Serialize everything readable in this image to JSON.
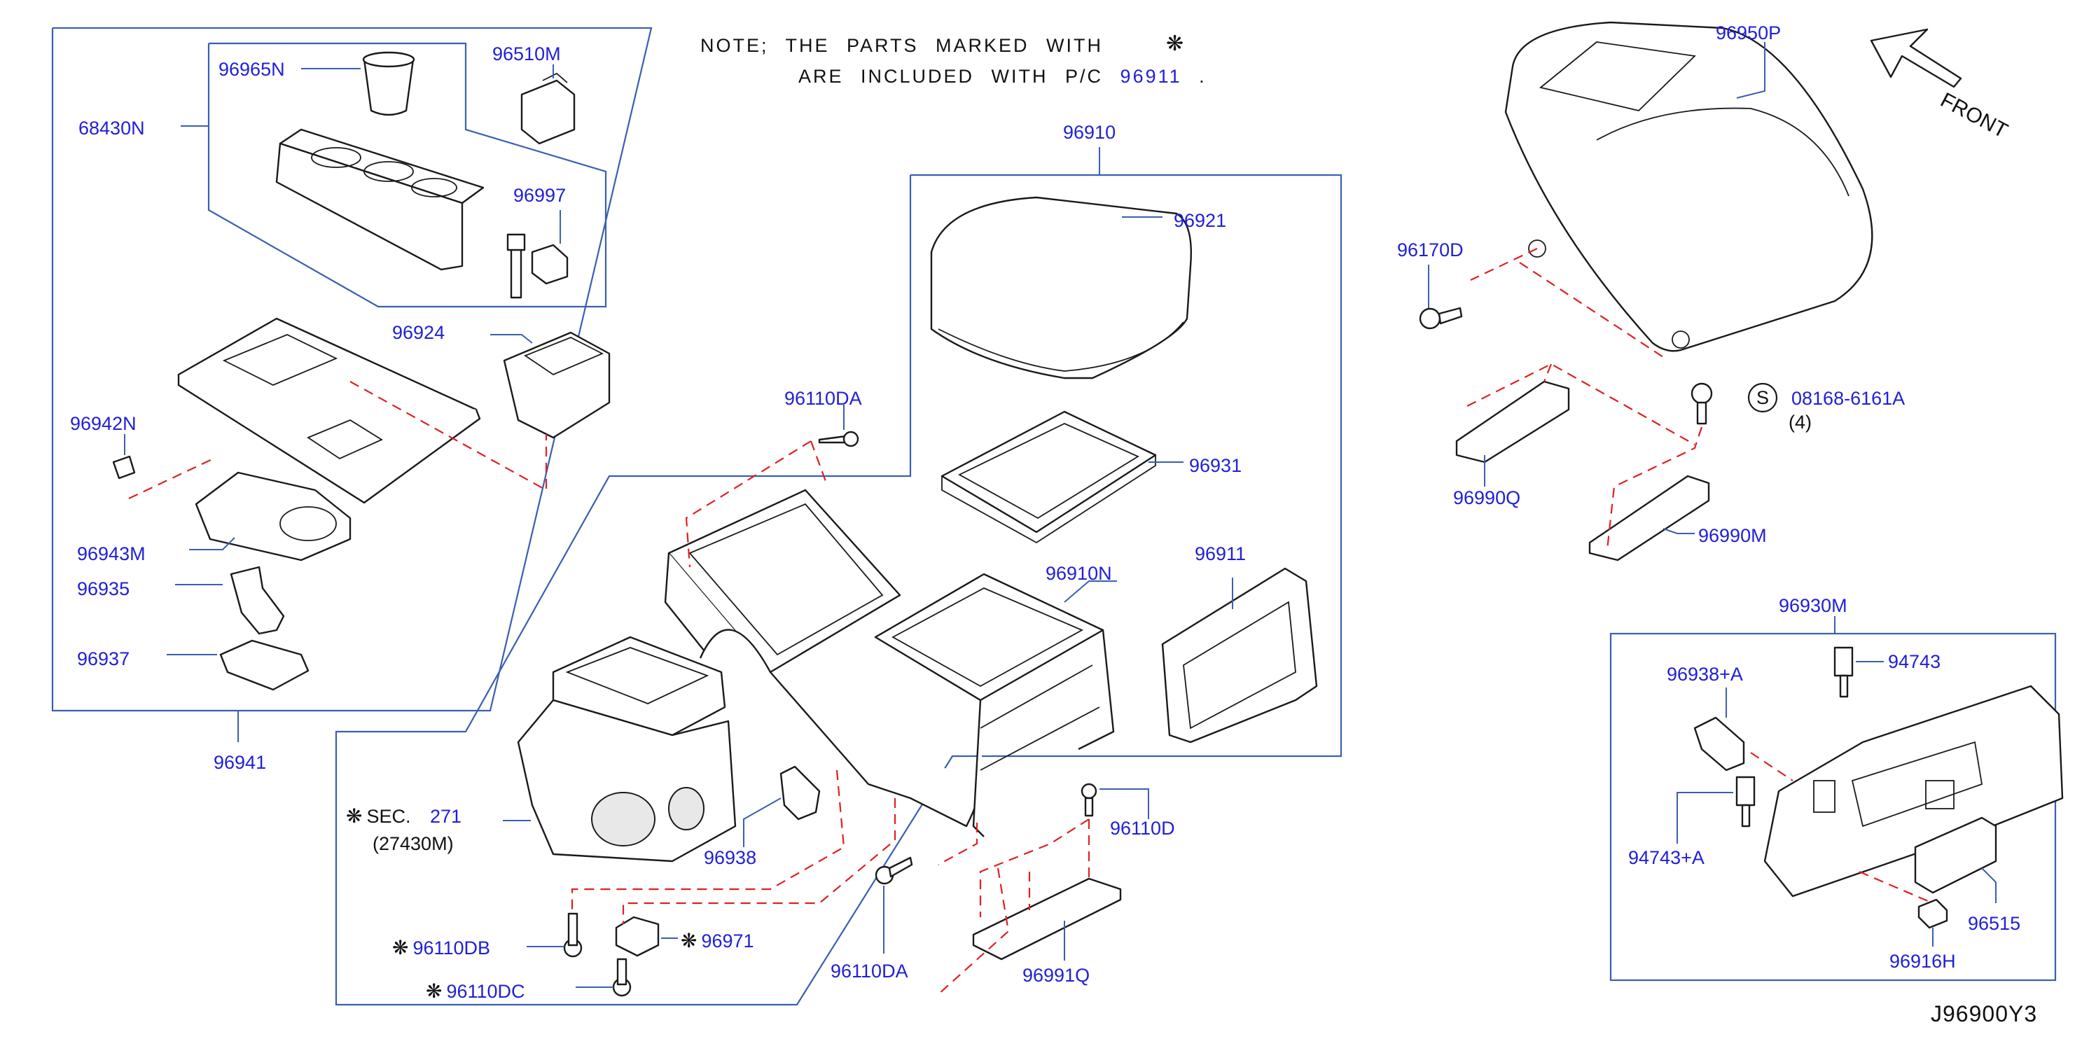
{
  "note": {
    "line1": "NOTE; THE PARTS MARKED WITH",
    "line2_prefix": "ARE INCLUDED WITH P/C",
    "line2_part": "96911",
    "line2_suffix": ".",
    "mark_symbol": "❋"
  },
  "front_label": "FRONT",
  "diagram_id": "J96900Y3",
  "colors": {
    "label": "#2020d8",
    "line": "#3a5fb0",
    "dash": "#e02020",
    "ink": "#1a1a1a"
  },
  "labels": {
    "p68430N": "68430N",
    "p96965N": "96965N",
    "p96510M": "96510M",
    "p96997": "96997",
    "p96924": "96924",
    "p96942N": "96942N",
    "p96943M": "96943M",
    "p96935": "96935",
    "p96937": "96937",
    "p96941": "96941",
    "p96110DA_top": "96110DA",
    "p96910": "96910",
    "p96921": "96921",
    "p96931": "96931",
    "p96910N": "96910N",
    "p96911": "96911",
    "p96938": "96938",
    "p96110D": "96110D",
    "p96110DA_bot": "96110DA",
    "p96991Q": "96991Q",
    "p96110DB": "96110DB",
    "p96971": "96971",
    "p96110DC": "96110DC",
    "sec_prefix": "SEC.",
    "sec_num": "271",
    "sec_sub": "(27430M)",
    "p96950P": "96950P",
    "p96170D": "96170D",
    "s_symbol": "S",
    "p08168": "08168-6161A",
    "qty4": "(4)",
    "p96990Q": "96990Q",
    "p96990M": "96990M",
    "p96930M": "96930M",
    "p96938A": "96938+A",
    "p94743": "94743",
    "p94743A": "94743+A",
    "p96515": "96515",
    "p96916H": "96916H"
  }
}
